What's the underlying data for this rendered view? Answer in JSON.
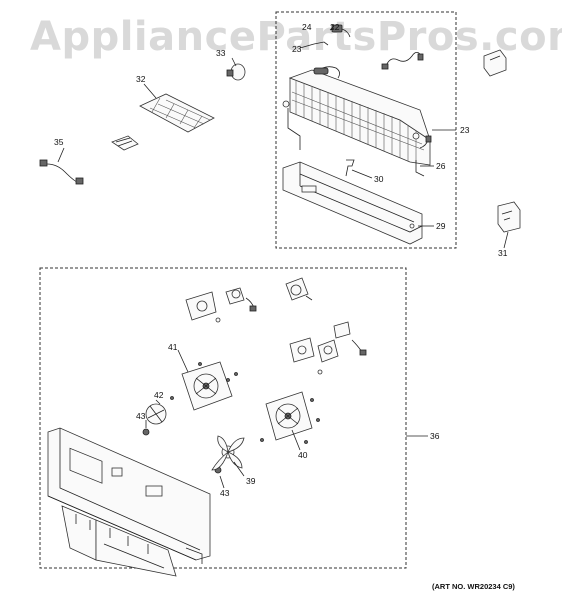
{
  "watermark": "AppliancePartsPros.com",
  "art_number": "(ART NO. WR20234 C9)",
  "labels": {
    "p22": "22",
    "p23a": "23",
    "p23b": "23",
    "p24": "24",
    "p26": "26",
    "p29": "29",
    "p30": "30",
    "p31": "31",
    "p32": "32",
    "p33": "33",
    "p35": "35",
    "p36": "36",
    "p39": "39",
    "p40": "40",
    "p41": "41",
    "p42": "42",
    "p43a": "43",
    "p43b": "43"
  }
}
